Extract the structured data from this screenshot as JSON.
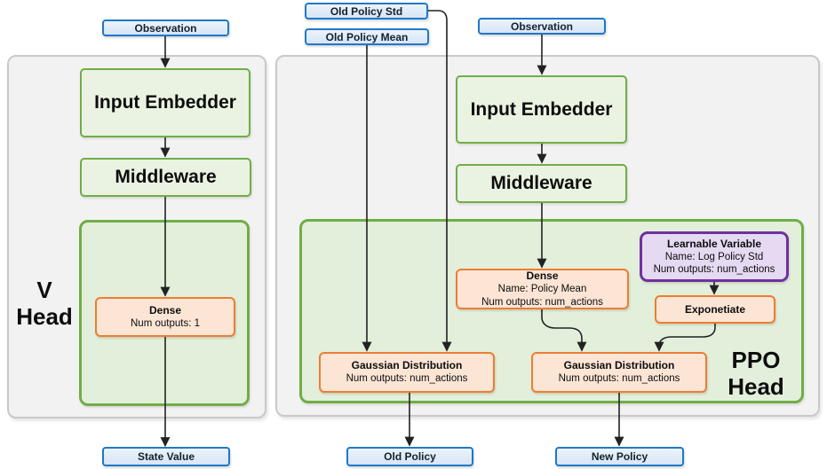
{
  "v_head": {
    "panel_label": {
      "line1": "V",
      "line2": "Head"
    },
    "observation_label": "Observation",
    "input_embedder_label": "Input Embedder",
    "middleware_label": "Middleware",
    "dense": {
      "title": "Dense",
      "outputs": "Num outputs: 1"
    },
    "state_value_label": "State Value"
  },
  "ppo_head": {
    "panel_label": {
      "line1": "PPO",
      "line2": "Head"
    },
    "old_policy_std_label": "Old Policy Std",
    "old_policy_mean_label": "Old Policy Mean",
    "observation_label": "Observation",
    "input_embedder_label": "Input Embedder",
    "middleware_label": "Middleware",
    "dense": {
      "title": "Dense",
      "name": "Name: Policy Mean",
      "outputs": "Num outputs: num_actions"
    },
    "learnable_variable": {
      "title": "Learnable Variable",
      "name": "Name: Log Policy Std",
      "outputs": "Num outputs: num_actions"
    },
    "exponentiate_label": "Exponetiate",
    "gaussian_old": {
      "title": "Gaussian Distribution",
      "outputs": "Num outputs: num_actions"
    },
    "gaussian_new": {
      "title": "Gaussian Distribution",
      "outputs": "Num outputs: num_actions"
    },
    "old_policy_label": "Old Policy",
    "new_policy_label": "New Policy"
  },
  "colors": {
    "io_fill": "#d7e5f5",
    "io_border": "#1f78c8",
    "layer_fill": "#eaf3e1",
    "layer_border": "#70ad47",
    "group_fill": "#e2efda",
    "group_border": "#70ad47",
    "op_fill": "#fce5d5",
    "op_border": "#ed7d31",
    "var_fill": "#e6d9f2",
    "var_border": "#7030a0",
    "panel_fill": "#f2f2f2",
    "panel_border": "#c9c9c9",
    "arrow": "#222222"
  }
}
